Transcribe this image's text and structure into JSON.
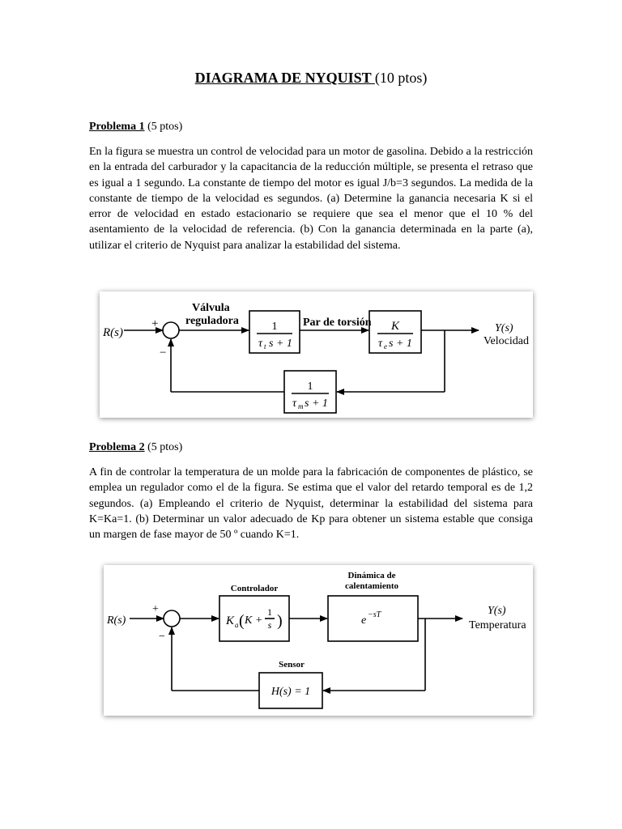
{
  "title": {
    "main": "DIAGRAMA  DE NYQUIST ",
    "points": "(10 ptos)"
  },
  "problem1": {
    "label": "Problema  1",
    "points": "(5 ptos)",
    "text": "En la figura se muestra un control de velocidad para un motor de gasolina. Debido a la restricción en la entrada del carburador y la capacitancia de la reducción múltiple, se presenta el retraso   que es igual a 1 segundo. La constante de tiempo del motor   es igual J/b=3 segundos. La medida de la constante de tiempo de la velocidad es segundos. (a) Determine la ganancia necesaria K si el error de velocidad en estado estacionario se requiere que sea el menor que el 10 % del asentamiento de la velocidad de referencia. (b) Con la ganancia determinada en la parte (a), utilizar el criterio de Nyquist para analizar la estabilidad del sistema.",
    "diagram": {
      "input": "R(s)",
      "plus": "+",
      "minus": "−",
      "valve_label_1": "Válvula",
      "valve_label_2": "reguladora",
      "block1_num": "1",
      "block1_den": "τ",
      "block1_sub": "t",
      "block1_rest": "s + 1",
      "torque_label": "Par de torsión",
      "block2_num": "K",
      "block2_den": "τ",
      "block2_sub": "e",
      "block2_rest": "s + 1",
      "output": "Y(s)",
      "output_name": "Velocidad",
      "feedback_num": "1",
      "feedback_den": "τ",
      "feedback_sub": "m",
      "feedback_rest": "s + 1"
    }
  },
  "problem2": {
    "label": "Problema  2",
    "points": "(5 ptos)",
    "text": "A fin de controlar la temperatura de un molde para la fabricación de componentes de plástico, se emplea un regulador como el de la figura. Se estima que el valor del retardo temporal es de 1,2 segundos. (a) Empleando el criterio de Nyquist, determinar la estabilidad del sistema para K=Ka=1. (b) Determinar un valor adecuado de Kp para obtener un sistema estable que consiga un margen de fase mayor de 50 º cuando K=1.",
    "diagram": {
      "input": "R(s)",
      "plus": "+",
      "minus": "−",
      "controller_label": "Controlador",
      "controller_k": "K",
      "controller_sub": "a",
      "controller_paren_l": "(",
      "controller_inner": "K +",
      "controller_frac_num": "1",
      "controller_frac_den": "s",
      "controller_paren_r": ")",
      "plant_label_1": "Dinámica de",
      "plant_label_2": "calentamiento",
      "plant_base": "e",
      "plant_exp": "−sT",
      "output": "Y(s)",
      "output_name": "Temperatura",
      "sensor_label": "Sensor",
      "sensor_tf": "H(s) = 1"
    }
  }
}
